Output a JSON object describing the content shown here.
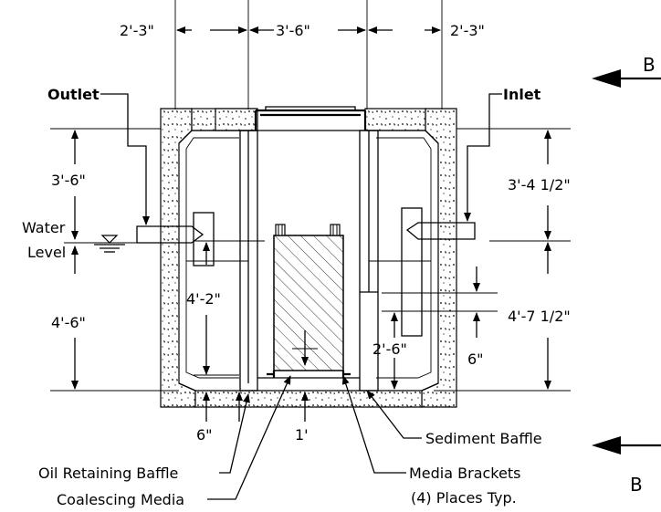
{
  "dimensions": {
    "top_left": "2'-3\"",
    "top_center": "3'-6\"",
    "top_right": "2'-3\"",
    "left_upper": "3'-6\"",
    "left_lower": "4'-6\"",
    "right_upper": "3'-4 1/2\"",
    "right_lower": "4'-7 1/2\"",
    "inner_left": "4'-2\"",
    "inner_right": "2'-6\"",
    "right_small": "6\"",
    "bottom_left": "6\"",
    "bottom_center": "1'"
  },
  "labels": {
    "outlet": "Outlet",
    "inlet": "Inlet",
    "water_level_line1": "Water",
    "water_level_line2": "Level",
    "sediment_baffle": "Sediment Baffle",
    "oil_retaining_baffle": "Oil Retaining Baffle",
    "media_brackets_line1": "Media Brackets",
    "media_brackets_line2": "(4) Places Typ.",
    "coalescing_media": "Coalescing Media",
    "section_top": "B",
    "section_bottom": "B"
  }
}
